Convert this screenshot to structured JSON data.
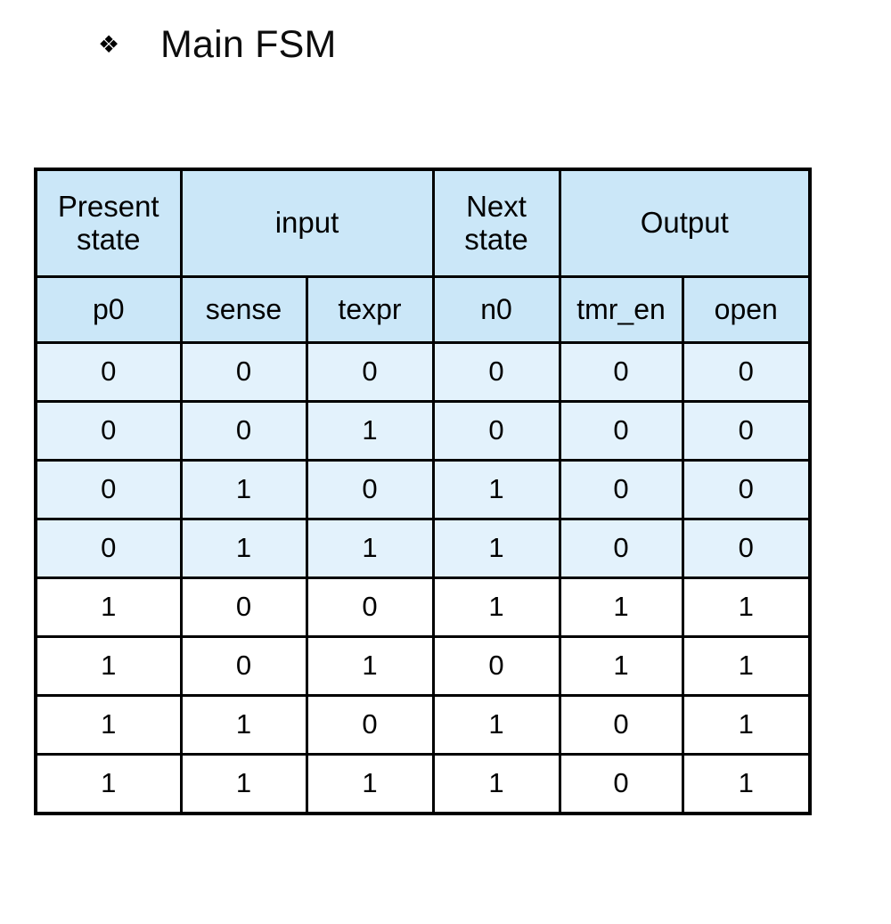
{
  "slide": {
    "bullet_icon": "diamond-bullet-icon",
    "bullet_glyph": "❖",
    "title": "Main FSM"
  },
  "table": {
    "group_headers": [
      {
        "label": "Present state",
        "span": 1
      },
      {
        "label": "input",
        "span": 2
      },
      {
        "label": "Next state",
        "span": 1
      },
      {
        "label": "Output",
        "span": 2
      }
    ],
    "column_headers": [
      "p0",
      "sense",
      "texpr",
      "n0",
      "tmr_en",
      "open"
    ],
    "rows": [
      {
        "p0": "0",
        "sense": "0",
        "texpr": "0",
        "n0": "0",
        "tmr_en": "0",
        "open": "0"
      },
      {
        "p0": "0",
        "sense": "0",
        "texpr": "1",
        "n0": "0",
        "tmr_en": "0",
        "open": "0"
      },
      {
        "p0": "0",
        "sense": "1",
        "texpr": "0",
        "n0": "1",
        "tmr_en": "0",
        "open": "0"
      },
      {
        "p0": "0",
        "sense": "1",
        "texpr": "1",
        "n0": "1",
        "tmr_en": "0",
        "open": "0"
      },
      {
        "p0": "1",
        "sense": "0",
        "texpr": "0",
        "n0": "1",
        "tmr_en": "1",
        "open": "1"
      },
      {
        "p0": "1",
        "sense": "0",
        "texpr": "1",
        "n0": "0",
        "tmr_en": "1",
        "open": "1"
      },
      {
        "p0": "1",
        "sense": "1",
        "texpr": "0",
        "n0": "1",
        "tmr_en": "0",
        "open": "1"
      },
      {
        "p0": "1",
        "sense": "1",
        "texpr": "1",
        "n0": "1",
        "tmr_en": "0",
        "open": "1"
      }
    ]
  },
  "colors": {
    "header_fill": "#cbe7f8",
    "row_fill_shaded": "#e3f2fc",
    "row_fill_plain": "#ffffff",
    "border": "#000000",
    "page_background": "#ffffff"
  }
}
